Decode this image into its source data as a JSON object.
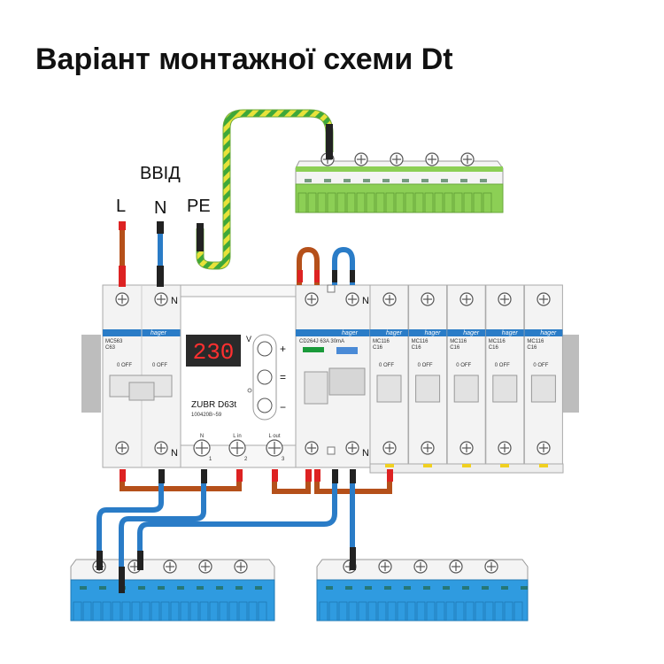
{
  "title": "Варіант монтажної схеми Dt",
  "input": {
    "caption": "ВВІД",
    "l": "L",
    "n": "N",
    "pe": "PE"
  },
  "marks": {
    "n": "N",
    "plus": "+",
    "equal": "=",
    "minus": "−"
  },
  "relay": {
    "display": "230",
    "unit": "V",
    "model": "ZUBR D63t",
    "spec": "100420В~59",
    "terminals": [
      "N",
      "L in",
      "L out"
    ],
    "numbers": [
      "1",
      "2",
      "3"
    ]
  },
  "main_breaker": {
    "brand": "hager",
    "model": "MC563",
    "rating": "C63",
    "state": "0 OFF"
  },
  "rcd": {
    "brand": "hager",
    "model": "CD264J 63A 30mA",
    "state": ""
  },
  "mcbs": [
    {
      "brand": "hager",
      "model": "MC116",
      "rating": "C16",
      "state": "0 OFF"
    },
    {
      "brand": "hager",
      "model": "MC116",
      "rating": "C16",
      "state": "0 OFF"
    },
    {
      "brand": "hager",
      "model": "MC116",
      "rating": "C16",
      "state": "0 OFF"
    },
    {
      "brand": "hager",
      "model": "MC116",
      "rating": "C16",
      "state": "0 OFF"
    },
    {
      "brand": "hager",
      "model": "MC116",
      "rating": "C16",
      "state": "0 OFF"
    }
  ],
  "colors": {
    "phase": "#b5501a",
    "neutral": "#2a7cc7",
    "pe_green": "#3ea83a",
    "pe_yellow": "#e8e23a",
    "pe_bar": "#8ccf55",
    "n_bar": "#2f9be0",
    "display_bg": "#2a2a2a",
    "display_fg": "#ff3030",
    "module": "#f3f3f3"
  }
}
